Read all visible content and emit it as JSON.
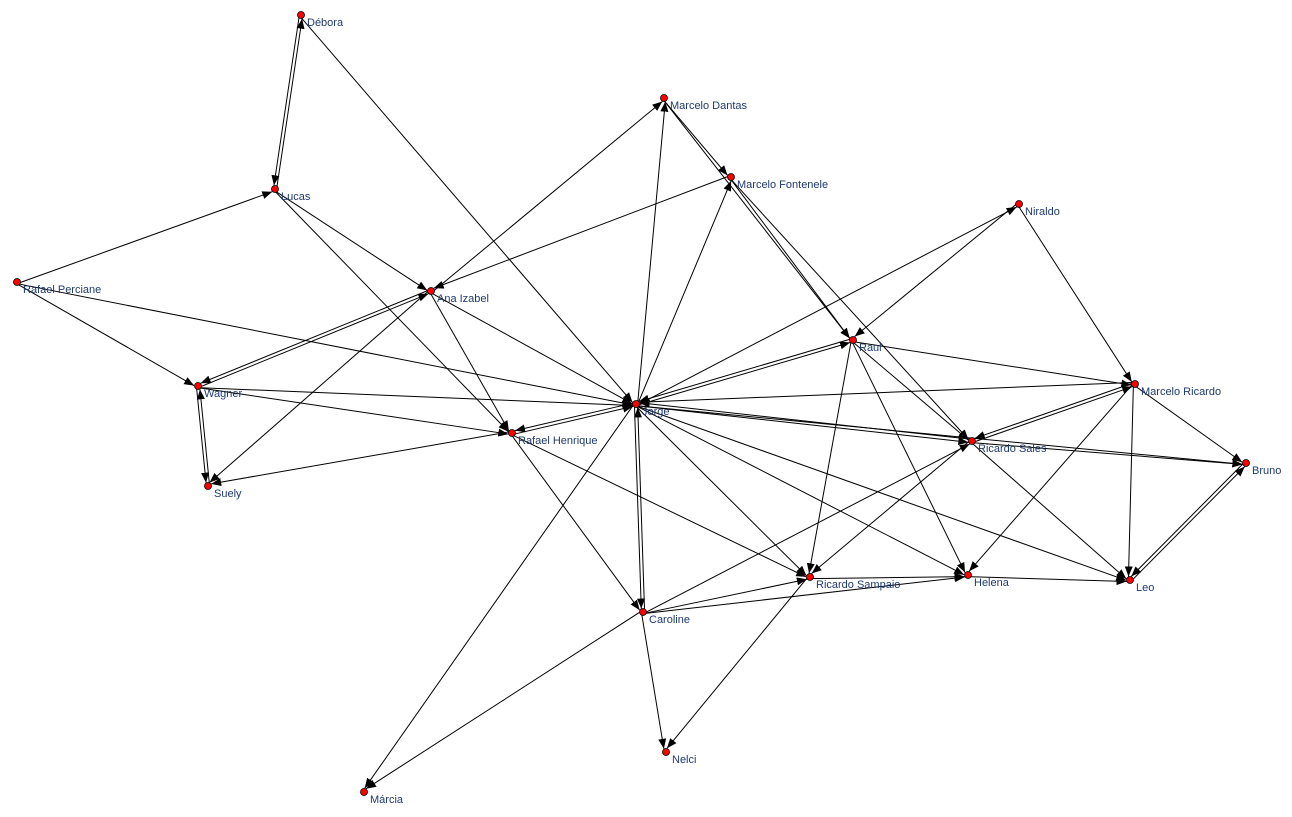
{
  "graph": {
    "node_color": "#ff0000",
    "edge_color": "#000000",
    "label_color": "#1f3a6e",
    "nodes": [
      {
        "id": "debora",
        "label": "Débora"
      },
      {
        "id": "marcelo_dantas",
        "label": "Marcelo Dantas"
      },
      {
        "id": "marcelo_fontenele",
        "label": "Marcelo Fontenele"
      },
      {
        "id": "niraldo",
        "label": "Niraldo"
      },
      {
        "id": "lucas",
        "label": "Lucas"
      },
      {
        "id": "rafael_perciane",
        "label": "Rafael Perciane"
      },
      {
        "id": "ana_izabel",
        "label": "Ana Izabel"
      },
      {
        "id": "raul",
        "label": "Raul"
      },
      {
        "id": "marcelo_ricardo",
        "label": "Marcelo Ricardo"
      },
      {
        "id": "wagner",
        "label": "Wagner"
      },
      {
        "id": "jorge",
        "label": "Jorge"
      },
      {
        "id": "rafael_henrique",
        "label": "Rafael Henrique"
      },
      {
        "id": "ricardo_sales",
        "label": "Ricardo Sales"
      },
      {
        "id": "bruno",
        "label": "Bruno"
      },
      {
        "id": "suely",
        "label": "Suely"
      },
      {
        "id": "ricardo_sampaio",
        "label": "Ricardo Sampaio"
      },
      {
        "id": "helena",
        "label": "Helena"
      },
      {
        "id": "leo",
        "label": "Leo"
      },
      {
        "id": "caroline",
        "label": "Caroline"
      },
      {
        "id": "nelci",
        "label": "Nelci"
      },
      {
        "id": "marcia",
        "label": "Márcia"
      }
    ],
    "edges": [
      {
        "source": "debora",
        "target": "lucas"
      },
      {
        "source": "lucas",
        "target": "debora"
      },
      {
        "source": "debora",
        "target": "jorge"
      },
      {
        "source": "rafael_perciane",
        "target": "lucas"
      },
      {
        "source": "rafael_perciane",
        "target": "wagner"
      },
      {
        "source": "rafael_perciane",
        "target": "jorge"
      },
      {
        "source": "lucas",
        "target": "ana_izabel"
      },
      {
        "source": "lucas",
        "target": "rafael_henrique"
      },
      {
        "source": "ana_izabel",
        "target": "marcelo_dantas"
      },
      {
        "source": "marcelo_fontenele",
        "target": "ana_izabel"
      },
      {
        "source": "ana_izabel",
        "target": "wagner"
      },
      {
        "source": "wagner",
        "target": "ana_izabel"
      },
      {
        "source": "ana_izabel",
        "target": "suely"
      },
      {
        "source": "ana_izabel",
        "target": "jorge"
      },
      {
        "source": "ana_izabel",
        "target": "rafael_henrique"
      },
      {
        "source": "wagner",
        "target": "suely"
      },
      {
        "source": "suely",
        "target": "wagner"
      },
      {
        "source": "wagner",
        "target": "jorge"
      },
      {
        "source": "wagner",
        "target": "rafael_henrique"
      },
      {
        "source": "rafael_henrique",
        "target": "suely"
      },
      {
        "source": "rafael_henrique",
        "target": "jorge"
      },
      {
        "source": "jorge",
        "target": "rafael_henrique"
      },
      {
        "source": "rafael_henrique",
        "target": "caroline"
      },
      {
        "source": "rafael_henrique",
        "target": "ricardo_sampaio"
      },
      {
        "source": "jorge",
        "target": "marcelo_dantas"
      },
      {
        "source": "jorge",
        "target": "marcelo_fontenele"
      },
      {
        "source": "marcelo_dantas",
        "target": "marcelo_fontenele"
      },
      {
        "source": "marcelo_dantas",
        "target": "raul"
      },
      {
        "source": "marcelo_fontenele",
        "target": "raul"
      },
      {
        "source": "marcelo_fontenele",
        "target": "ricardo_sales"
      },
      {
        "source": "jorge",
        "target": "niraldo"
      },
      {
        "source": "jorge",
        "target": "raul"
      },
      {
        "source": "raul",
        "target": "jorge"
      },
      {
        "source": "marcelo_ricardo",
        "target": "jorge"
      },
      {
        "source": "jorge",
        "target": "ricardo_sales"
      },
      {
        "source": "ricardo_sales",
        "target": "jorge"
      },
      {
        "source": "jorge",
        "target": "bruno"
      },
      {
        "source": "jorge",
        "target": "ricardo_sampaio"
      },
      {
        "source": "jorge",
        "target": "helena"
      },
      {
        "source": "jorge",
        "target": "leo"
      },
      {
        "source": "jorge",
        "target": "caroline"
      },
      {
        "source": "caroline",
        "target": "jorge"
      },
      {
        "source": "jorge",
        "target": "marcia"
      },
      {
        "source": "niraldo",
        "target": "raul"
      },
      {
        "source": "niraldo",
        "target": "marcelo_ricardo"
      },
      {
        "source": "raul",
        "target": "marcelo_ricardo"
      },
      {
        "source": "raul",
        "target": "ricardo_sales"
      },
      {
        "source": "raul",
        "target": "helena"
      },
      {
        "source": "raul",
        "target": "ricardo_sampaio"
      },
      {
        "source": "marcelo_ricardo",
        "target": "ricardo_sales"
      },
      {
        "source": "ricardo_sales",
        "target": "marcelo_ricardo"
      },
      {
        "source": "marcelo_ricardo",
        "target": "helena"
      },
      {
        "source": "marcelo_ricardo",
        "target": "leo"
      },
      {
        "source": "marcelo_ricardo",
        "target": "bruno"
      },
      {
        "source": "ricardo_sales",
        "target": "bruno"
      },
      {
        "source": "ricardo_sales",
        "target": "leo"
      },
      {
        "source": "ricardo_sales",
        "target": "ricardo_sampaio"
      },
      {
        "source": "bruno",
        "target": "leo"
      },
      {
        "source": "leo",
        "target": "bruno"
      },
      {
        "source": "helena",
        "target": "leo"
      },
      {
        "source": "ricardo_sampaio",
        "target": "helena"
      },
      {
        "source": "caroline",
        "target": "ricardo_sampaio"
      },
      {
        "source": "caroline",
        "target": "helena"
      },
      {
        "source": "caroline",
        "target": "ricardo_sales"
      },
      {
        "source": "caroline",
        "target": "nelci"
      },
      {
        "source": "caroline",
        "target": "marcia"
      },
      {
        "source": "ricardo_sampaio",
        "target": "nelci"
      }
    ]
  }
}
